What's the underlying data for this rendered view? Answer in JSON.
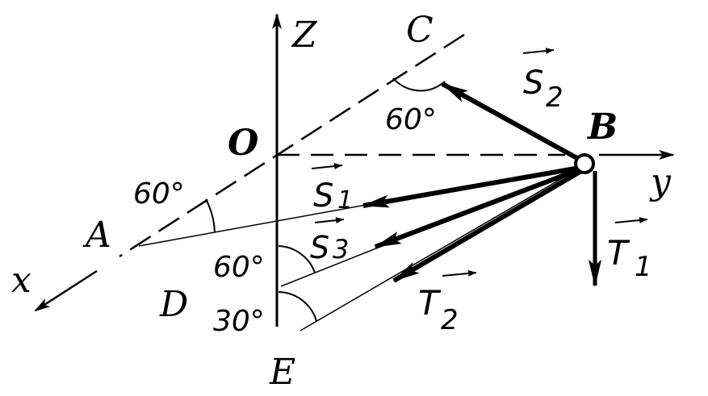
{
  "axes": {
    "z": "Z",
    "y": "y",
    "x": "x"
  },
  "points": {
    "O": "O",
    "A": "A",
    "B": "B",
    "C": "C",
    "D": "D",
    "E": "E"
  },
  "vectors": {
    "S1": "S",
    "S1_sub": "1",
    "S2": "S",
    "S2_sub": "2",
    "S3": "S",
    "S3_sub": "3",
    "T1": "T",
    "T1_sub": "1",
    "T2": "T",
    "T2_sub": "2"
  },
  "angles": {
    "C": "60°",
    "A": "60°",
    "D": "60°",
    "E": "30°"
  },
  "colors": {
    "ink": "#000000",
    "background": "#ffffff"
  }
}
